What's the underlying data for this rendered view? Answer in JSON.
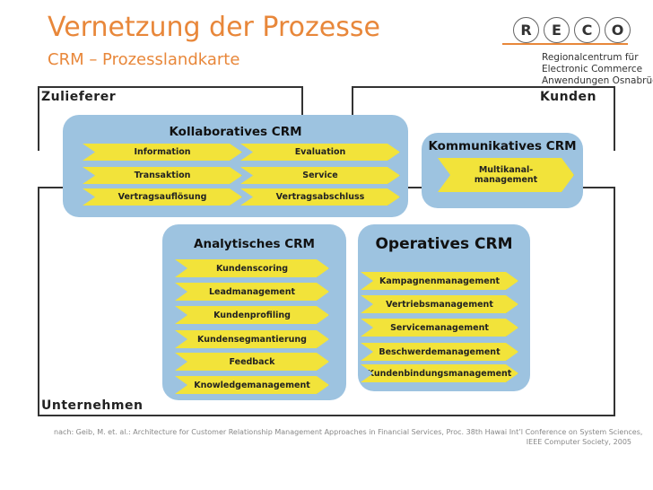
{
  "header": {
    "title": "Vernetzung der Prozesse",
    "subtitle": "CRM – Prozesslandkarte"
  },
  "logo": {
    "letters": [
      "R",
      "E",
      "C",
      "O"
    ],
    "lines": [
      "Regionalcentrum für",
      "Electronic Commerce",
      "Anwendungen Osnabrück"
    ],
    "accent": "#e8873a"
  },
  "frames": {
    "zulieferer": "Zulieferer",
    "kunden": "Kunden",
    "unternehmen": "Unternehmen"
  },
  "kollaborativ": {
    "title": "Kollaboratives CRM",
    "items": [
      "Information",
      "Evaluation",
      "Transaktion",
      "Service",
      "Vertragsauflösung",
      "Vertragsabschluss"
    ]
  },
  "kommunikativ": {
    "title": "Kommunikatives CRM",
    "items": [
      "Multikanal-\nmanagement"
    ]
  },
  "analytisch": {
    "title": "Analytisches CRM",
    "items": [
      "Kundenscoring",
      "Leadmanagement",
      "Kundenprofiling",
      "Kundensegmantierung",
      "Feedback",
      "Knowledgemanagement"
    ]
  },
  "operativ": {
    "title": "Operatives CRM",
    "items": [
      "Kampagnenmanagement",
      "Vertriebsmanagement",
      "Servicemanagement",
      "Beschwerdemanagement",
      "Kundenbindungsmanagement"
    ]
  },
  "footer": {
    "line1": "nach: Geib, M. et. al.: Architecture for Customer Relationship Management Approaches in Financial Services, Proc. 38th Hawai Int’l Conference on System Sciences,",
    "line2": "IEEE Computer Society, 2005"
  },
  "colors": {
    "accent": "#e8873a",
    "panel": "#9dc3e0",
    "arrow": "#f2e33a"
  }
}
